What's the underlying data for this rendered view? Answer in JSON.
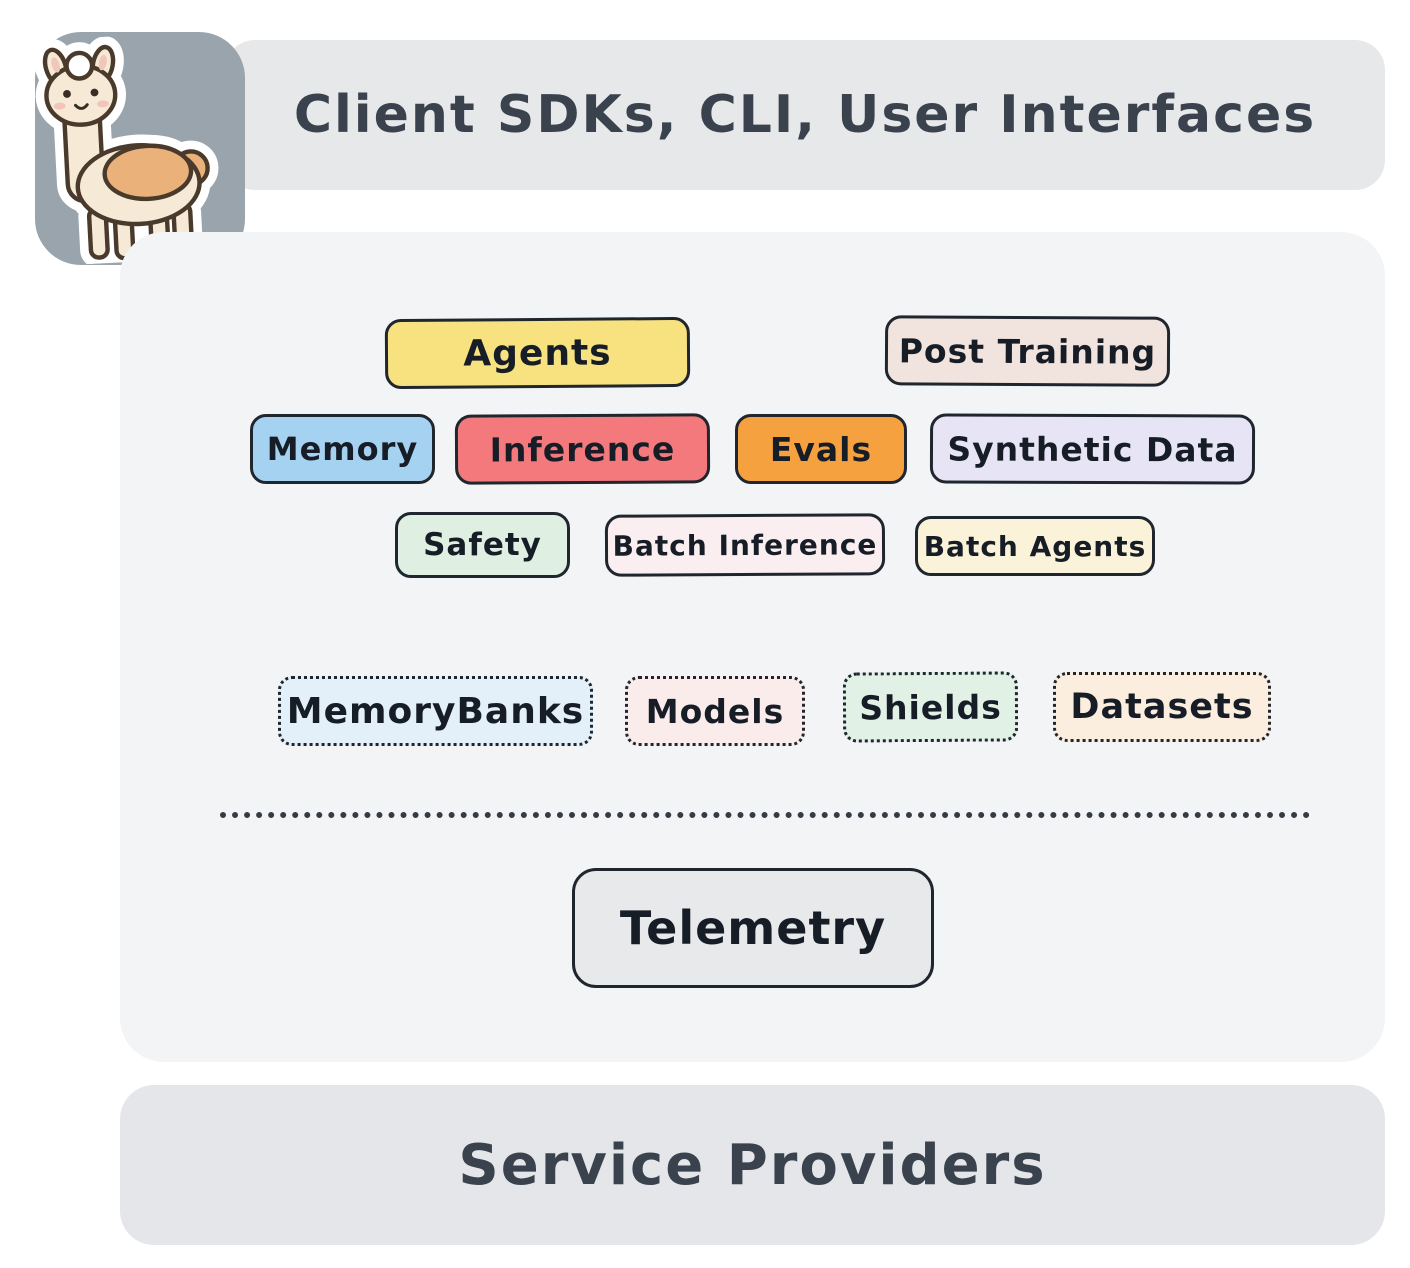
{
  "header": {
    "title": "Client SDKs, CLI, User Interfaces"
  },
  "footer": {
    "title": "Service Providers"
  },
  "logo": {
    "icon": "llama-mascot-icon"
  },
  "stack": {
    "apis": [
      {
        "id": "agents",
        "label": "Agents",
        "fill": "#f7e27f"
      },
      {
        "id": "post-training",
        "label": "Post Training",
        "fill": "#f1e3dd"
      },
      {
        "id": "memory",
        "label": "Memory",
        "fill": "#a6d2f2"
      },
      {
        "id": "inference",
        "label": "Inference",
        "fill": "#f4797d"
      },
      {
        "id": "evals",
        "label": "Evals",
        "fill": "#f6a13f"
      },
      {
        "id": "synthetic-data",
        "label": "Synthetic Data",
        "fill": "#e7e5f5"
      },
      {
        "id": "safety",
        "label": "Safety",
        "fill": "#dff0e3"
      },
      {
        "id": "batch-inference",
        "label": "Batch Inference",
        "fill": "#faeef0"
      },
      {
        "id": "batch-agents",
        "label": "Batch Agents",
        "fill": "#faf3d9"
      }
    ],
    "resources": [
      {
        "id": "memory-banks",
        "label": "MemoryBanks",
        "fill": "#e3f0fa"
      },
      {
        "id": "models",
        "label": "Models",
        "fill": "#fbecec"
      },
      {
        "id": "shields",
        "label": "Shields",
        "fill": "#e1f1e6"
      },
      {
        "id": "datasets",
        "label": "Datasets",
        "fill": "#fbeede"
      }
    ],
    "telemetry": {
      "label": "Telemetry",
      "fill": "#e7e9eb"
    }
  },
  "colors": {
    "band_gray": "#e6e8ea",
    "panel_gray": "#f3f4f6",
    "outline_dark": "#20262e",
    "title_text": "#3a424d",
    "logo_tile": "#9aa4ac"
  }
}
